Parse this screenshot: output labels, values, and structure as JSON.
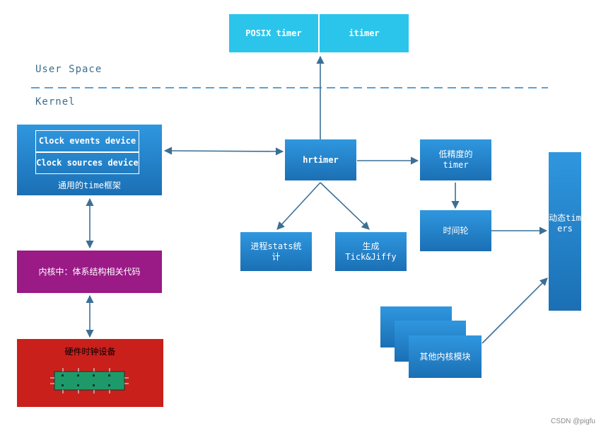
{
  "labels": {
    "user_space": "User Space",
    "kernel": "Kernel"
  },
  "posix_timer": "POSIX timer",
  "itimer": "itimer",
  "framework": {
    "clock_events": "Clock events device",
    "clock_sources": "Clock sources device",
    "title": "通用的time框架"
  },
  "arch_code": "内核中：体系结构相关代码",
  "hw_clock": "硬件时钟设备",
  "hrtimer": "hrtimer",
  "stats": "进程stats统计",
  "tick": "生成Tick&Jiffy",
  "low_res_timer": "低精度的timer",
  "time_wheel": "时间轮",
  "dynamic_timers": "动态timers",
  "other_modules": "其他内核模块",
  "watermark": "CSDN @pigfu",
  "colors": {
    "blue": "#1f7ec6",
    "cyan": "#2bc5ec",
    "purple": "#9a1a86",
    "red": "#c9201c",
    "arrow": "#3b6f96"
  }
}
